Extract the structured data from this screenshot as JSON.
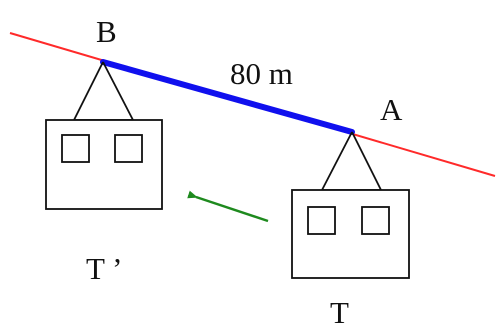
{
  "labels": {
    "point_b": "B",
    "point_a": "A",
    "distance": "80 m",
    "cabin_initial": "T",
    "cabin_final": "T ’"
  },
  "colors": {
    "cable": "#ff2a2a",
    "segment": "#1010ee",
    "arrow": "#1e8a1e",
    "ink": "#111111"
  },
  "icons": {
    "arrow": "arrow-left-up-icon",
    "cabin": "cable-car-cabin-icon"
  }
}
